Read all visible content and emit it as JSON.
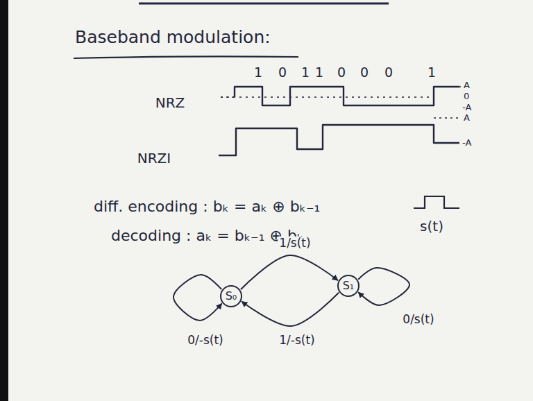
{
  "diagram": {
    "title": "Baseband modulation:",
    "nodes": [
      {
        "text": [
          "S₀"
        ]
      },
      {
        "text": [
          "S₁"
        ]
      }
    ],
    "edges": [
      {
        "from": 0,
        "to": 1,
        "label": "1/s(t)",
        "arrow": "to"
      },
      {
        "from": 1,
        "to": 0,
        "label": "1/-s(t)",
        "arrow": "to"
      },
      {
        "from": 0,
        "to": 0,
        "label": "0/-s(t)",
        "arrow": "to"
      },
      {
        "from": 1,
        "to": 1,
        "label": "0/s(t)",
        "arrow": "to"
      }
    ],
    "labels": [
      "1",
      "0",
      "1",
      "1",
      "0",
      "0",
      "0",
      "1",
      "NRZ",
      "A",
      "0",
      "-A",
      "NRZI",
      "A",
      "-A",
      "diff. encoding : bₖ = aₖ ⊕ bₖ₋₁",
      "decoding : aₖ = bₖ₋₁ ⊕ bₖ",
      "s(t)"
    ]
  }
}
